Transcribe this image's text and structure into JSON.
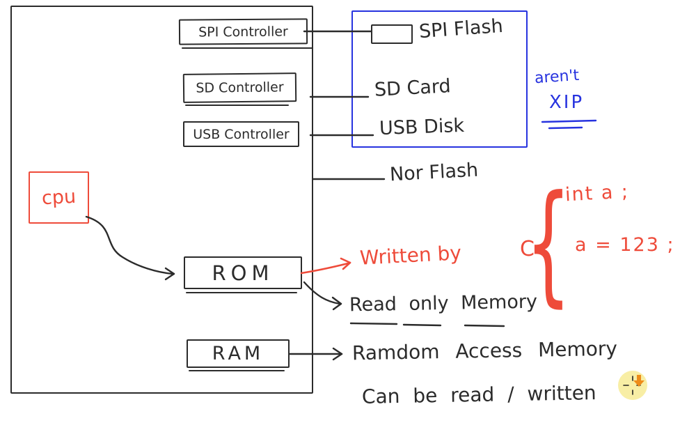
{
  "canvas": {
    "ink_color": "#2b2b2b",
    "red_color": "#ee4b3a",
    "blue_color": "#2733df",
    "cursor_fill": "#f8eda0",
    "cursor_arrow_color": "#ee8c19"
  },
  "board": {
    "controllers": [
      {
        "label": "SPI Controller"
      },
      {
        "label": "SD Controller"
      },
      {
        "label": "USB Controller"
      }
    ],
    "cpu": {
      "label": "cpu"
    },
    "rom": {
      "label": "ROM"
    },
    "ram": {
      "label": "RAM"
    }
  },
  "peripherals": {
    "spi_flash": "SPI Flash",
    "sd_card": "SD Card",
    "usb_disk": "USB Disk",
    "nor_flash": "Nor Flash"
  },
  "notes": {
    "arent": "aren't",
    "xip": "XIP",
    "written_by": "Written by",
    "c": "C",
    "brace": "{",
    "code_line1": "int a ;",
    "code_line2": "a = 123 ;",
    "rom_meaning": "Read only Memory",
    "ram_meaning": "Ramdom Access Memory",
    "ram_note": "Can be read / written"
  }
}
